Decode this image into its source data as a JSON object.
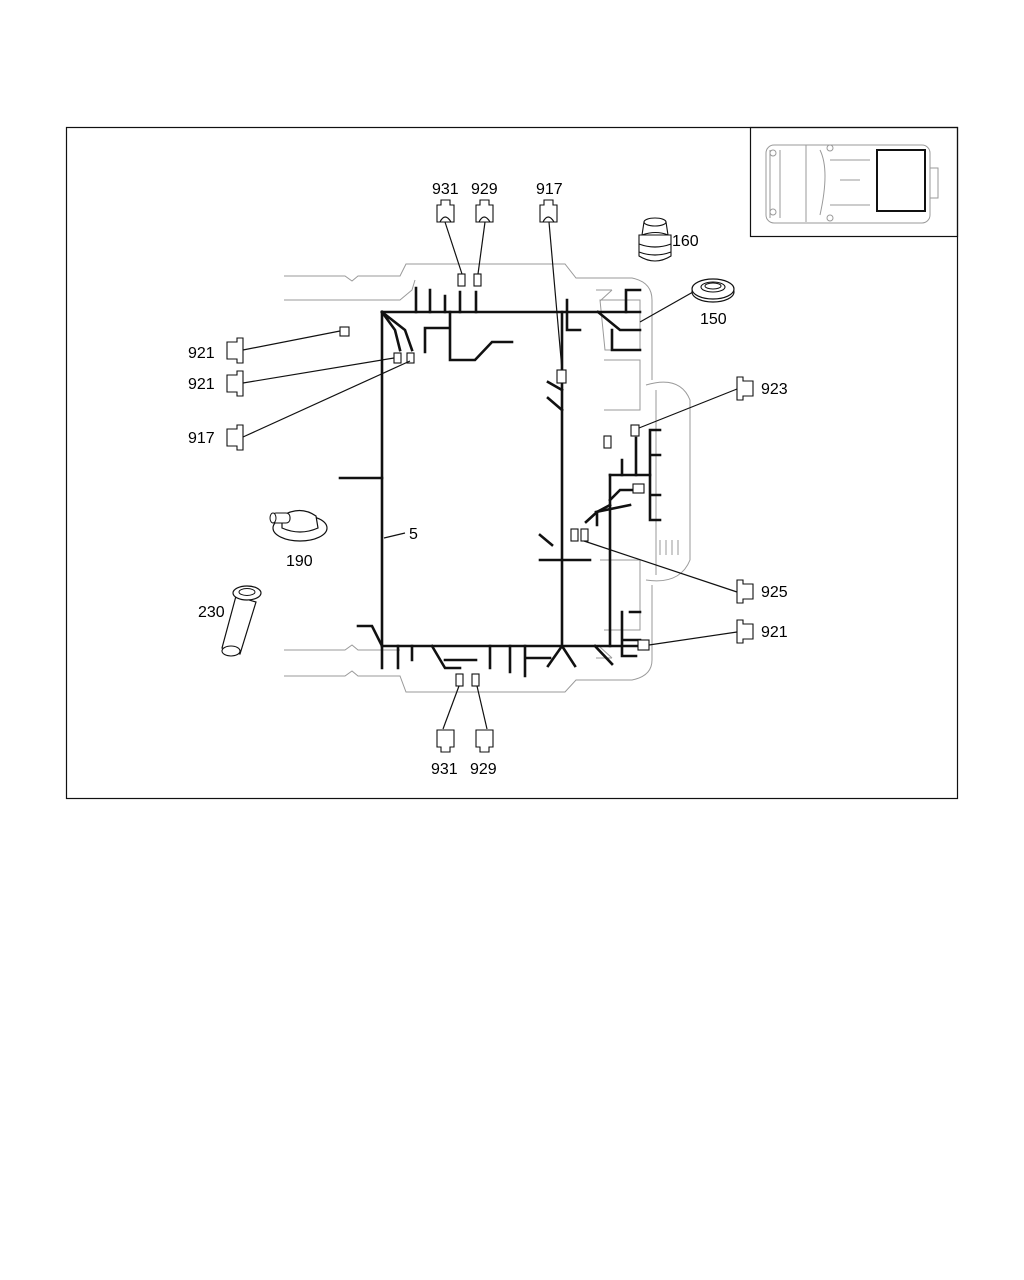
{
  "diagram": {
    "callouts": {
      "top_931": "931",
      "top_929": "929",
      "top_917": "917",
      "left_921_a": "921",
      "left_921_b": "921",
      "left_917": "917",
      "right_923": "923",
      "right_925": "925",
      "right_921": "921",
      "bottom_931": "931",
      "bottom_929": "929",
      "harness_5": "5",
      "part_160": "160",
      "part_150": "150",
      "part_190": "190",
      "part_230": "230"
    }
  }
}
